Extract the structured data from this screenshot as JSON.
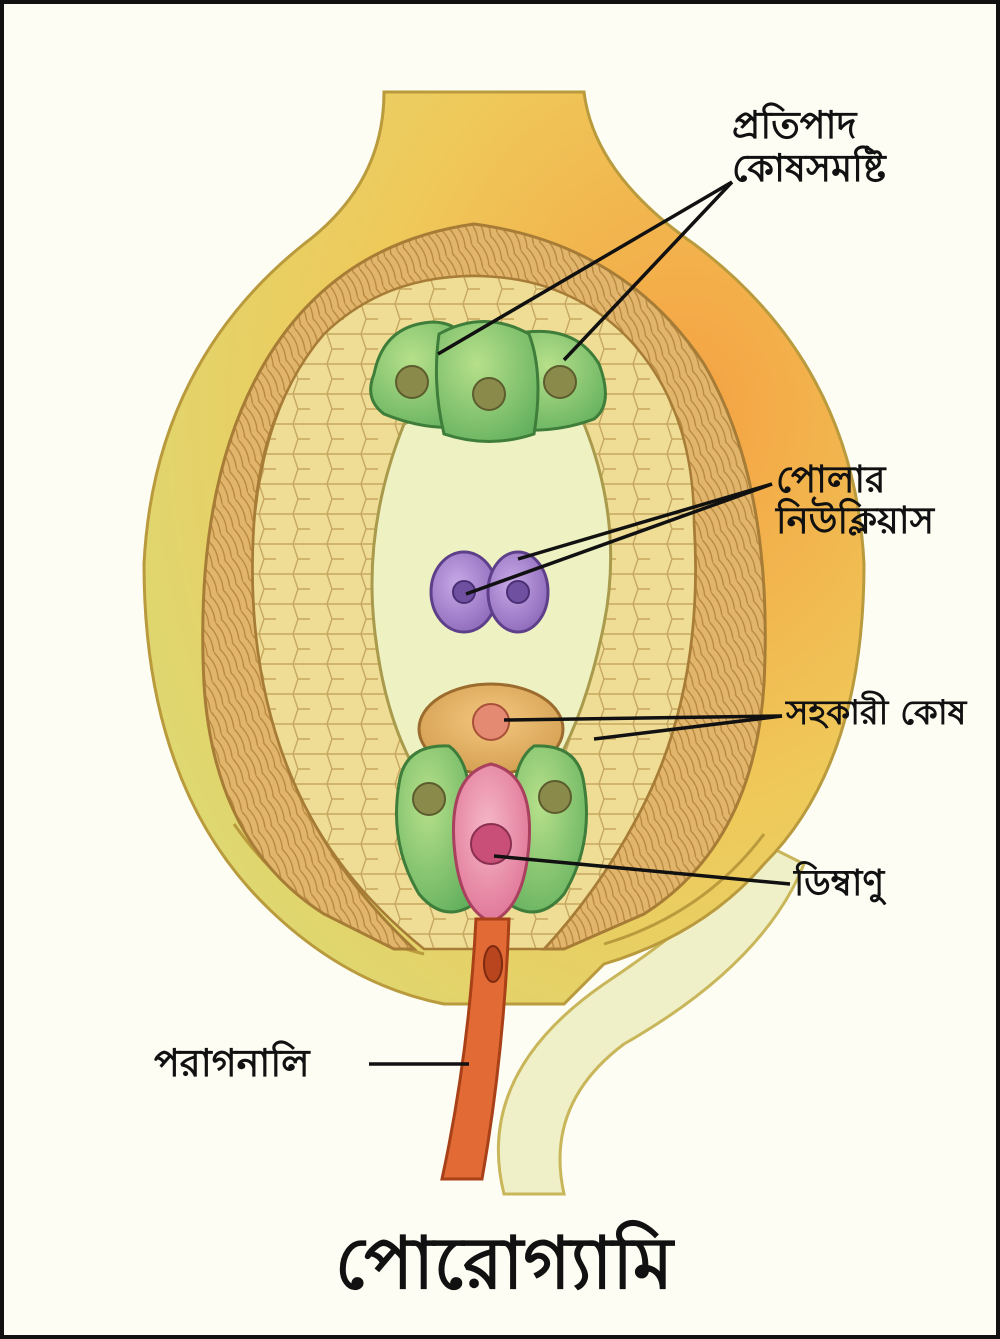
{
  "title": "পোরোগ্যামি",
  "labels": {
    "antipodal_line1": "প্রতিপাদ",
    "antipodal_line2": "কোষসমষ্টি",
    "polar_line1": "পোলার",
    "polar_line2": "নিউক্লিয়াস",
    "synergid": "সহকারী কোষ",
    "egg": "ডিম্বাণু",
    "pollen_tube": "পরাগনালি"
  },
  "colors": {
    "ovule_outer": "#f2b24a",
    "ovule_inner": "#e7dc6a",
    "integument": "#d9b063",
    "nucellus": "#e9d48a",
    "embryo_sac": "#f0f2c6",
    "antipodal": "#7cc46d",
    "polar": "#9b7bc4",
    "egg": "#e889a8",
    "pollen_tube": "#e0622e"
  }
}
